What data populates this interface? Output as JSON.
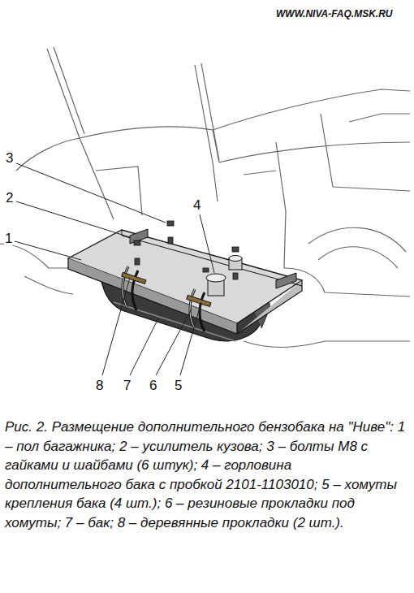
{
  "diagram": {
    "caption": "Рис. 2. Размещение дополнительного бензобака на \"Ниве\": 1 – пол багажника; 2 – усилитель кузова; 3 – болты М8 с гайками и шайбами (6 штук); 4 – горловина дополнительного бака с пробкой 2101-1103010; 5 – хомуты крепления бака (4 шт.); 6 – резиновые прокладки под хомуты; 7 – бак; 8 – деревянные прокладки (2 шт.).",
    "labels": [
      "WWW.NIVA-FAQ.MSK.RU",
      "3",
      "2",
      "1",
      "4",
      "8",
      "7",
      "6",
      "5"
    ]
  }
}
